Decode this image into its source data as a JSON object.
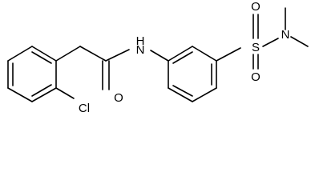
{
  "molecule": {
    "atoms": {
      "nitrogen_amide": "N",
      "hydrogen_amide": "H",
      "oxygen_carbonyl": "O",
      "chlorine": "Cl",
      "sulfur": "S",
      "oxygen_sulfonyl_upper": "O",
      "oxygen_sulfonyl_lower": "O",
      "nitrogen_dimethylamino": "N"
    },
    "colors": {
      "bond": "#000000",
      "text": "#000000",
      "background": "#ffffff"
    }
  }
}
